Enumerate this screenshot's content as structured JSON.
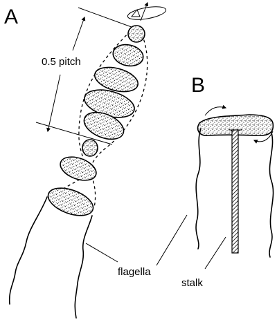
{
  "panels": {
    "a": "A",
    "b": "B"
  },
  "labels": {
    "pitch": "0.5 pitch",
    "flagella": "flagella",
    "stalk": "stalk"
  }
}
